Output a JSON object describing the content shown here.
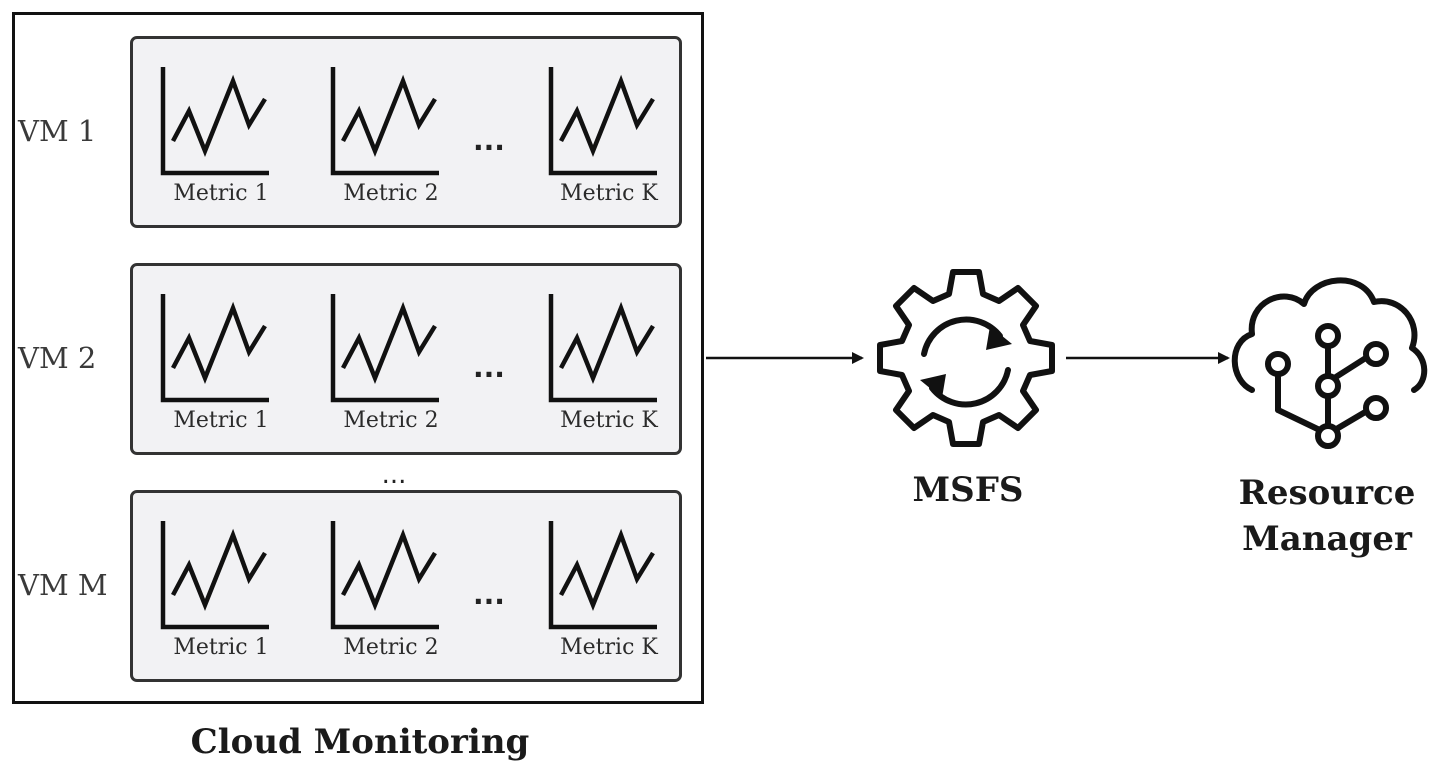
{
  "cloud_monitoring": {
    "caption": "Cloud Monitoring",
    "vms": [
      {
        "label": "VM 1",
        "metrics": [
          "Metric 1",
          "Metric 2",
          "Metric K"
        ],
        "ellipsis": "..."
      },
      {
        "label": "VM 2",
        "metrics": [
          "Metric 1",
          "Metric 2",
          "Metric K"
        ],
        "ellipsis": "..."
      },
      {
        "label": "VM M",
        "metrics": [
          "Metric 1",
          "Metric 2",
          "Metric K"
        ],
        "ellipsis": "..."
      }
    ],
    "vm_ellipsis": "..."
  },
  "msfs": {
    "label": "MSFS",
    "icon": "gear-sync-icon"
  },
  "resource_manager": {
    "label_line1": "Resource",
    "label_line2": "Manager",
    "icon": "cloud-network-icon"
  },
  "colors": {
    "stroke": "#111111",
    "panel": "#f2f2f4"
  }
}
